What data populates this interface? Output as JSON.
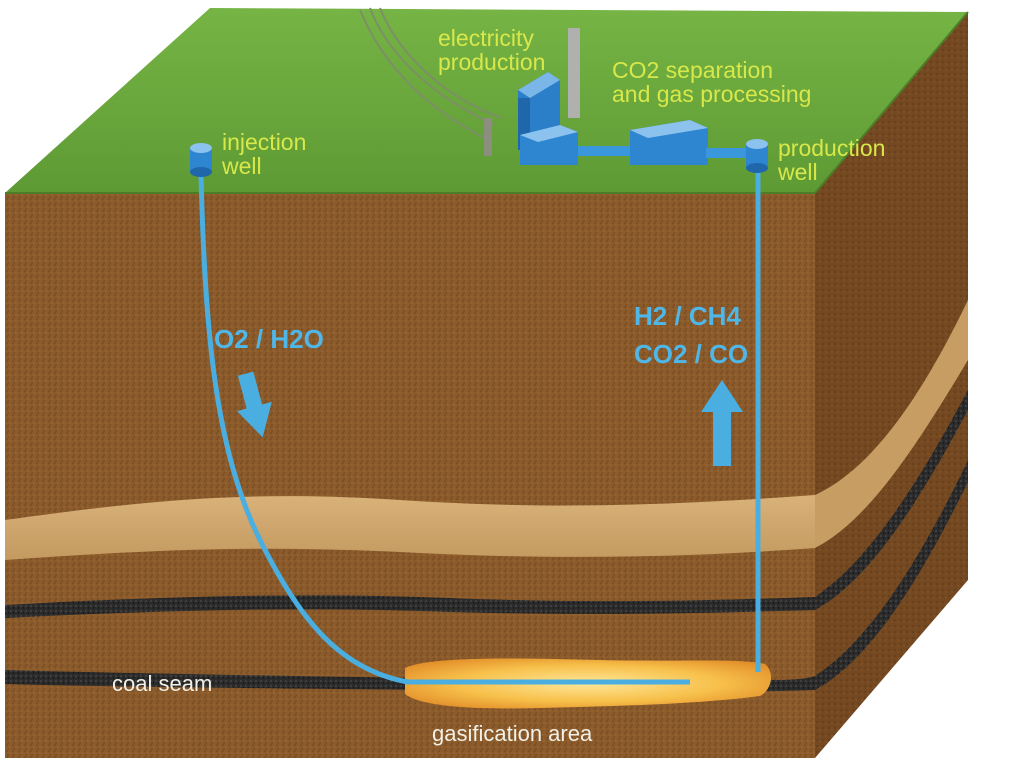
{
  "labels": {
    "electricity_production": [
      "electricity",
      "production"
    ],
    "co2_separation": [
      "CO2 separation",
      "and gas processing"
    ],
    "injection_well": [
      "injection",
      "well"
    ],
    "production_well": [
      "production",
      "well"
    ],
    "injected_gases": "O2 / H2O",
    "produced_gases": [
      "H2 / CH4",
      "CO2 / CO"
    ],
    "coal_seam": "coal seam",
    "gasification_area": "gasification area"
  },
  "colors": {
    "grass": "#64a23a",
    "soil": "#8a5a2a",
    "soil_side": "#7a4a20",
    "sand_layer": "#d0a66a",
    "coal": "#2a2a2a",
    "pipe": "#4aaee0",
    "facility": "#2f86d0",
    "gasification": "#f6b030",
    "label_top": "#d8e84a",
    "label_gas": "#4fb6e8",
    "label_bottom": "#f2f0e6"
  },
  "icons": [
    "injection-well-icon",
    "production-well-icon",
    "power-plant-icon",
    "gas-processing-icon",
    "power-line-icon",
    "down-arrow-icon",
    "up-arrow-icon"
  ]
}
